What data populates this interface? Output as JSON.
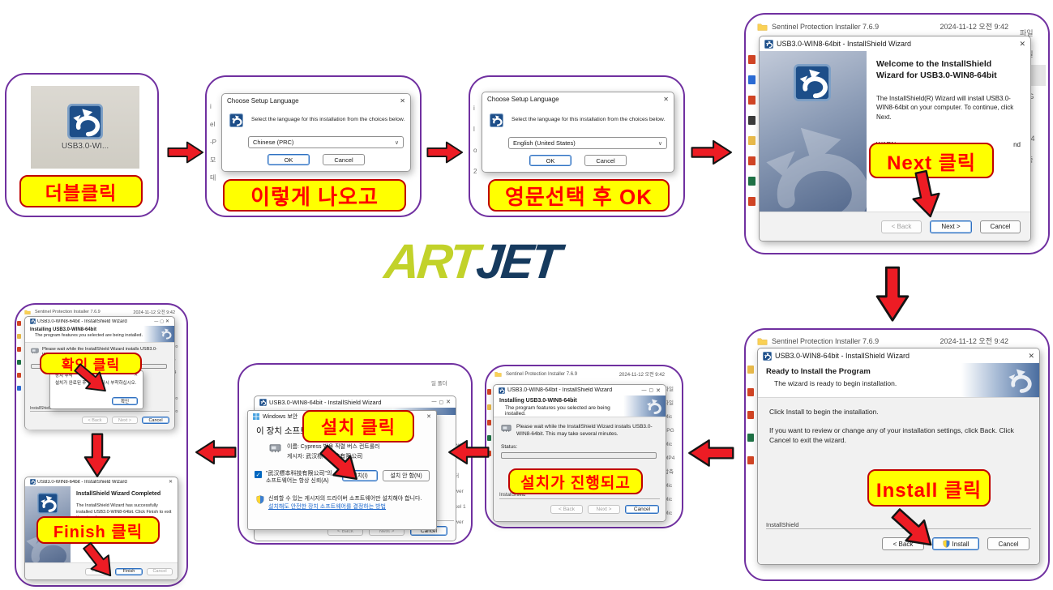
{
  "logo": {
    "art": "ART",
    "jet": "JET"
  },
  "steps": {
    "s1": "더블클릭",
    "s2": "이렇게 나오고",
    "s3": "영문선택 후 OK",
    "s4": "Next 클릭",
    "s5": "Install 클릭",
    "s6": "설치가 진행되고",
    "s7": "설치 클릭",
    "s8": "확인 클릭",
    "s9": "Finish 클릭"
  },
  "desktop": {
    "icon_label": "USB3.0-WI..."
  },
  "lang": {
    "title": "Choose Setup Language",
    "message": "Select the language for this installation from the choices below.",
    "chinese": "Chinese (PRC)",
    "english": "English (United States)",
    "ok": "OK",
    "cancel": "Cancel",
    "frag_a": [
      "i",
      "el",
      "-P",
      "모",
      "테"
    ],
    "frag_b": [
      "i",
      "l",
      "o",
      "2"
    ]
  },
  "explorer": {
    "folder_name": "Sentinel Protection Installer 7.6.9",
    "date": "2024-11-12 오전 9:42",
    "col_types": [
      "파일",
      "파일",
      "Mic",
      "JPG",
      "Mic",
      "MP4",
      "압축",
      "Mic",
      "Mic",
      "Mic"
    ],
    "col_types_short": [
      "파",
      "파",
      "M",
      "JP",
      "M",
      "M",
      "압",
      "M",
      "M"
    ],
    "col_types_p7": [
      "일 폴더",
      "일 폴더",
      "soft Power",
      "쉬 파일",
      "crosoft Power",
      "서 파일",
      "록(ZIP) 폴더",
      "crosoft Power",
      "crosoft Excel 1",
      "crosoft Power"
    ],
    "col_types_p8": [
      "파일",
      "파일",
      "Micro",
      "JPG",
      "MP4",
      "압축",
      "Micro",
      "Micro"
    ]
  },
  "wiz": {
    "title": "USB3.0-WIN8-64bit - InstallShield Wizard",
    "brand": "InstallShield",
    "back": "< Back",
    "next": "Next >",
    "cancel": "Cancel",
    "install": "Install",
    "finish": "Finish",
    "welcome_h": "Welcome to the InstallShield Wizard for USB3.0-WIN8-64bit",
    "welcome_p": "The InstallShield(R) Wizard will install USB3.0-WIN8-64bit on your computer. To continue, click Next.",
    "warn_a": "WARN",
    "warn_b": "interna",
    "warn_c": "nd",
    "ready_h": "Ready to Install the Program",
    "ready_s": "The wizard is ready to begin installation.",
    "ready_p1": "Click Install to begin the installation.",
    "ready_p2": "If you want to review or change any of your installation settings, click Back. Click Cancel to exit the wizard.",
    "inst_h": "Installing USB3.0-WIN8-64bit",
    "inst_s": "The program features you selected are being installed.",
    "inst_p": "Please wait while the InstallShield Wizard installs USB3.0-WIN8-64bit. This may take several minutes.",
    "status": "Status:",
    "done_h": "InstallShield Wizard Completed",
    "done_p": "The InstallShield Wizard has successfully installed USB3.0-WIN8-64bit. Click Finish to exit the wizard."
  },
  "sec": {
    "titlebar": "Windows 보안",
    "heading": "이 장치 소프트웨어를 설치하시겠습니까?",
    "name": "이름: Cypress 범용 직렬 버스 컨트롤러",
    "publisher": "게시자: 武汉標本科技有限公司",
    "trust": "\"武汉標本科技有限公司\"의 소프트웨어는 항상 신뢰(A)",
    "btn_install": "설치(I)",
    "btn_skip": "설치 안 함(N)",
    "warn": "신뢰할 수 있는 게시자의 드라이버 소프트웨어만 설치해야 합니다. ",
    "warn_link": "설치해도 안전한 장치 소프트웨어를 결정하는 방법"
  },
  "attach": {
    "title": "장치 부착",
    "message": "설치가 완료된 후 장치를 다시 부착하십시오.",
    "ok": "확인"
  },
  "glyphs": {
    "close": "✕",
    "min": "—",
    "max": "▢",
    "chev": "∨",
    "check": "✓"
  }
}
